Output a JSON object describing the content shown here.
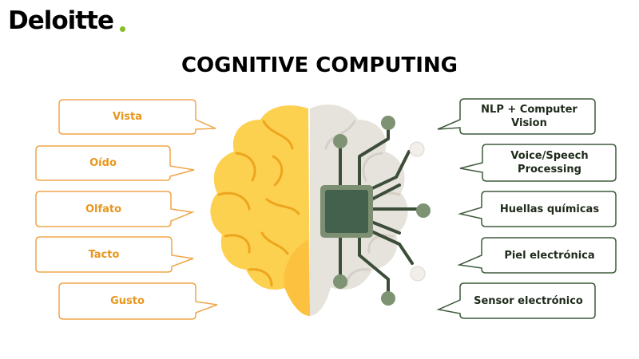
{
  "brand": {
    "name": "Deloitte",
    "dot_color": "#86bc25"
  },
  "title": "COGNITIVE COMPUTING",
  "senses": [
    {
      "label": "Vista"
    },
    {
      "label": "Oído"
    },
    {
      "label": "Olfato"
    },
    {
      "label": "Tacto"
    },
    {
      "label": "Gusto"
    }
  ],
  "technologies": [
    {
      "label": "NLP + Computer Vision"
    },
    {
      "label": "Voice/Speech Processing"
    },
    {
      "label": "Huellas químicas"
    },
    {
      "label": "Piel electrónica"
    },
    {
      "label": "Sensor electrónico"
    }
  ],
  "colors": {
    "sense_outline": "#f0a54a",
    "sense_text": "#e8961c",
    "tech_outline": "#3e5a3c",
    "tech_text": "#1e2a1a",
    "brain_yellow": "#fdd150",
    "brain_gray": "#e6e3dc",
    "chip": "#44614e",
    "chip_frame": "#7d8f72",
    "circuit": "#3c4d3a"
  }
}
